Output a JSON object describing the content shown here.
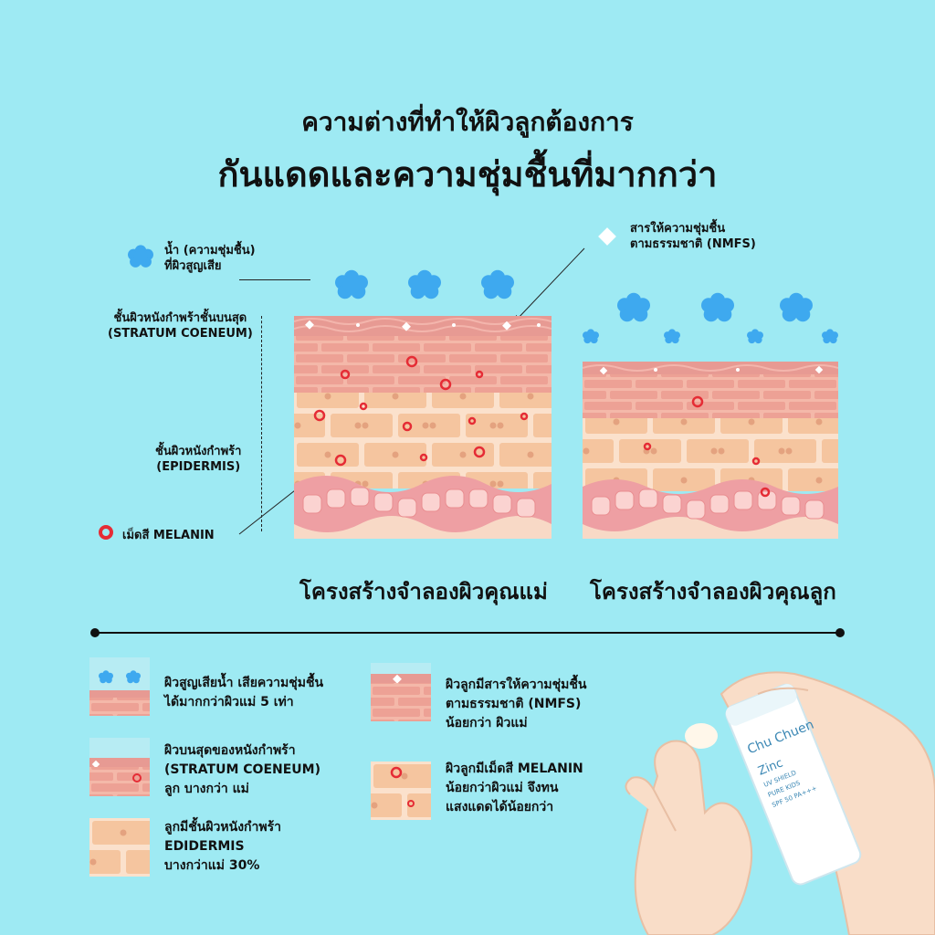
{
  "title": {
    "line1": "ความต่างที่ทำให้ผิวลูกต้องการ",
    "line2": "กันแดดและความชุ่มชื้นที่มากกว่า"
  },
  "labels": {
    "water_loss": [
      "น้ำ (ความชุ่มชื้น)",
      "ที่ผิวสูญเสีย"
    ],
    "nmfs": [
      "สารให้ความชุ่มชื้น",
      "ตามธรรมชาติ (NMFS)"
    ],
    "stratum": [
      "ชั้นผิวหนังกำพร้าชั้นบนสุด",
      "(STRATUM COENEUM)"
    ],
    "epidermis": [
      "ชั้นผิวหนังกำพร้า",
      "(EPIDERMIS)"
    ],
    "melanin": "เม็ดสี MELANIN"
  },
  "captions": {
    "mother": "โครงสร้างจำลองผิวคุณแม่",
    "child": "โครงสร้างจำลองผิวคุณลูก"
  },
  "legend": [
    {
      "lines": [
        "ผิวสูญเสียน้ำ เสียความชุ่มชื้น",
        "ได้มากกว่าผิวแม่ 5 เท่า"
      ]
    },
    {
      "lines": [
        "ผิวบนสุดของหนังกำพร้า",
        "(STRATUM COENEUM)",
        "ลูก บางกว่า แม่"
      ]
    },
    {
      "lines": [
        "ลูกมีชั้นผิวหนังกำพร้า",
        "EDIDERMIS",
        "บางกว่าแม่ 30%"
      ]
    },
    {
      "lines": [
        "ผิวลูกมีสารให้ความชุ่มชื้น",
        "ตามธรรมชาติ (NMFS)",
        "น้อยกว่า ผิวแม่"
      ]
    },
    {
      "lines": [
        "ผิวลูกมีเม็ดสี MELANIN",
        "น้อยกว่าผิวแม่ จึงทน",
        "แสงแดดได้น้อยกว่า"
      ]
    }
  ],
  "product": {
    "brand": "Chu Chuen",
    "name": "Zinc",
    "sub": "UV SHIELD",
    "line": "PURE KIDS",
    "spf": "SPF 50 PA+++"
  },
  "colors": {
    "background": "#9eeaf3",
    "water": "#3ea9ef",
    "melanin": "#e52c35",
    "skin_top": "#e79a93",
    "skin_epidermis": "#f6c9a2",
    "skin_base": "#f8d9c6"
  }
}
